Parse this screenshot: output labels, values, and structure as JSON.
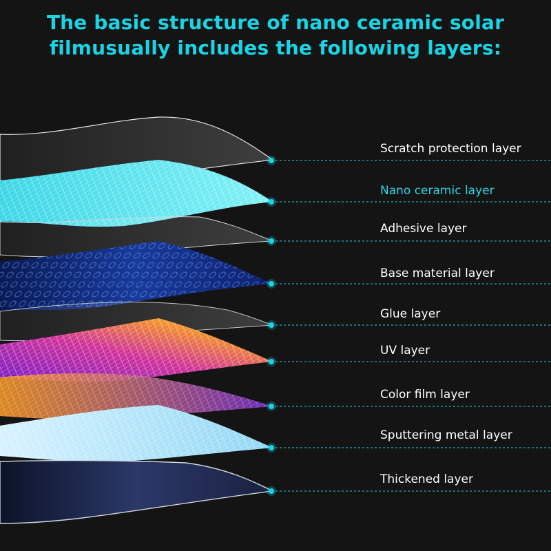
{
  "title": {
    "line1": "The basic structure of nano ceramic solar",
    "line2": "filmusually includes the following layers:"
  },
  "layers": [
    {
      "label": "Scratch protection layer",
      "highlight": false
    },
    {
      "label": "Nano ceramic layer",
      "highlight": true
    },
    {
      "label": "Adhesive layer",
      "highlight": false
    },
    {
      "label": "Base material layer",
      "highlight": false
    },
    {
      "label": "Glue layer",
      "highlight": false
    },
    {
      "label": "UV layer",
      "highlight": false
    },
    {
      "label": "Color film layer",
      "highlight": false
    },
    {
      "label": "Sputtering metal layer",
      "highlight": false
    },
    {
      "label": "Thickened layer",
      "highlight": false
    }
  ],
  "colors": {
    "accent": "#1ad4e4",
    "background": "#141414",
    "label": "#ffffff"
  }
}
